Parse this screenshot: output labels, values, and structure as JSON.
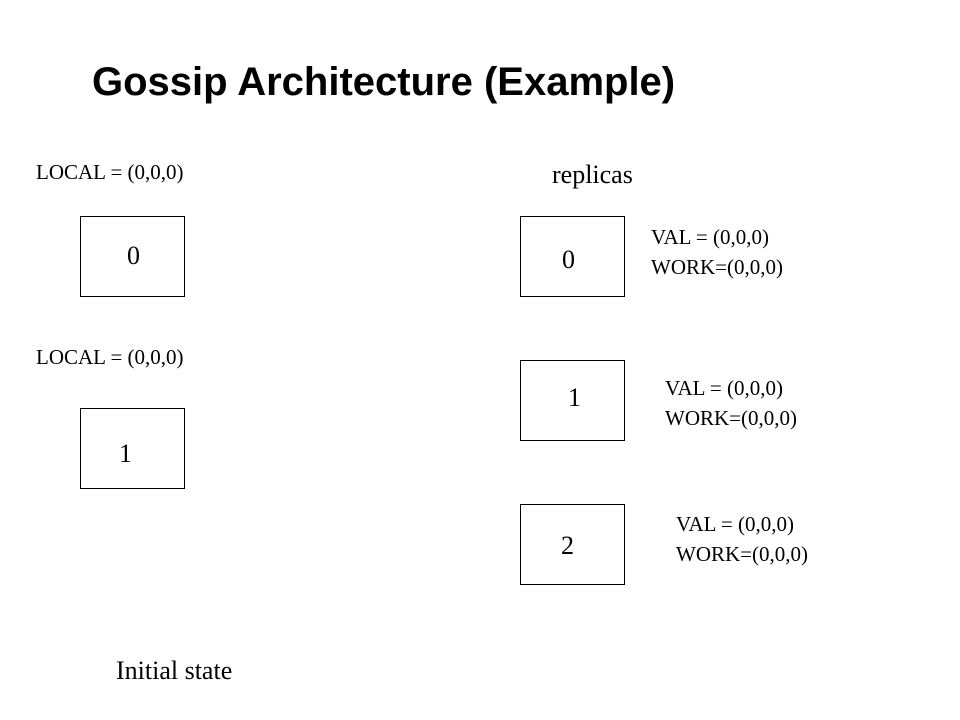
{
  "title": "Gossip Architecture (Example)",
  "front_ends": [
    {
      "id": "0",
      "local": "LOCAL = (0,0,0)"
    },
    {
      "id": "1",
      "local": "LOCAL = (0,0,0)"
    }
  ],
  "replicas_label": "replicas",
  "replicas": [
    {
      "id": "0",
      "val": "VAL = (0,0,0)",
      "work": "WORK=(0,0,0)"
    },
    {
      "id": "1",
      "val": "VAL = (0,0,0)",
      "work": "WORK=(0,0,0)"
    },
    {
      "id": "2",
      "val": "VAL = (0,0,0)",
      "work": "WORK=(0,0,0)"
    }
  ],
  "caption": "Initial state"
}
